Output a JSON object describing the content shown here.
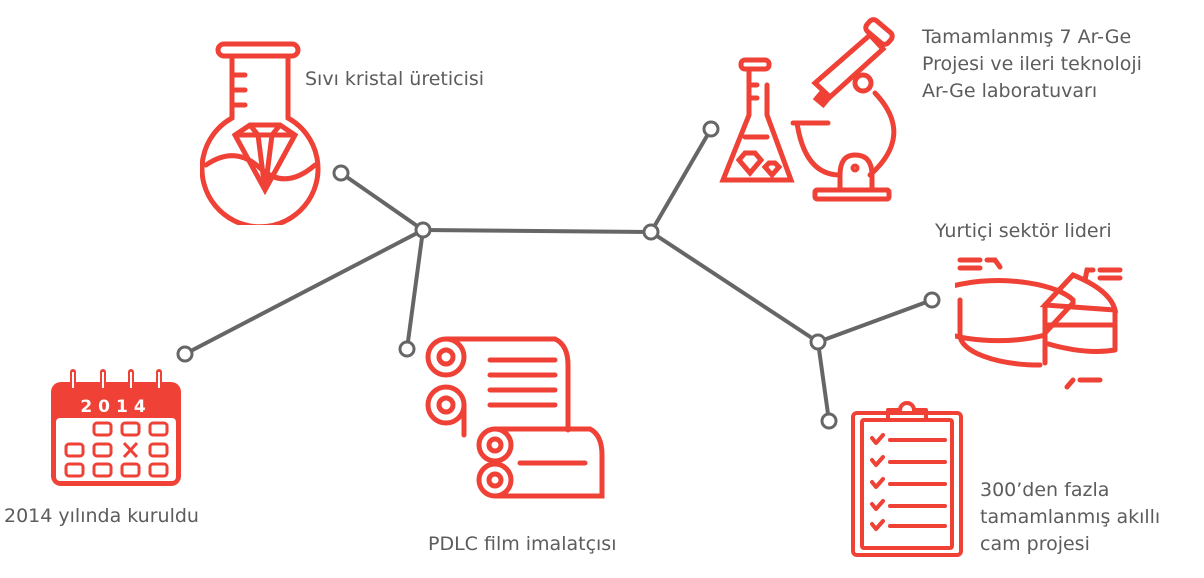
{
  "colors": {
    "accent": "#ef4136",
    "line": "#666666",
    "text": "#5c5c5c"
  },
  "milestones": [
    {
      "label": "Sıvı kristal üreticisi",
      "icon": "flask-diamond-icon"
    },
    {
      "label": "2014 yılında kuruldu",
      "icon": "calendar-icon",
      "calendar_year": "2014"
    },
    {
      "label": "PDLC film imalatçısı",
      "icon": "film-rolls-icon"
    },
    {
      "label_lines": [
        "Tamamlanmış 7 Ar-Ge",
        "Projesi ve ileri teknoloji",
        "Ar-Ge laboratuvarı"
      ],
      "icon": "lab-microscope-icon"
    },
    {
      "label": "Yurtiçi sektör lideri",
      "icon": "pie-chart-icon"
    },
    {
      "label_lines": [
        "300’den fazla",
        "tamamlanmış akıllı",
        "cam projesi"
      ],
      "icon": "clipboard-checklist-icon"
    }
  ]
}
